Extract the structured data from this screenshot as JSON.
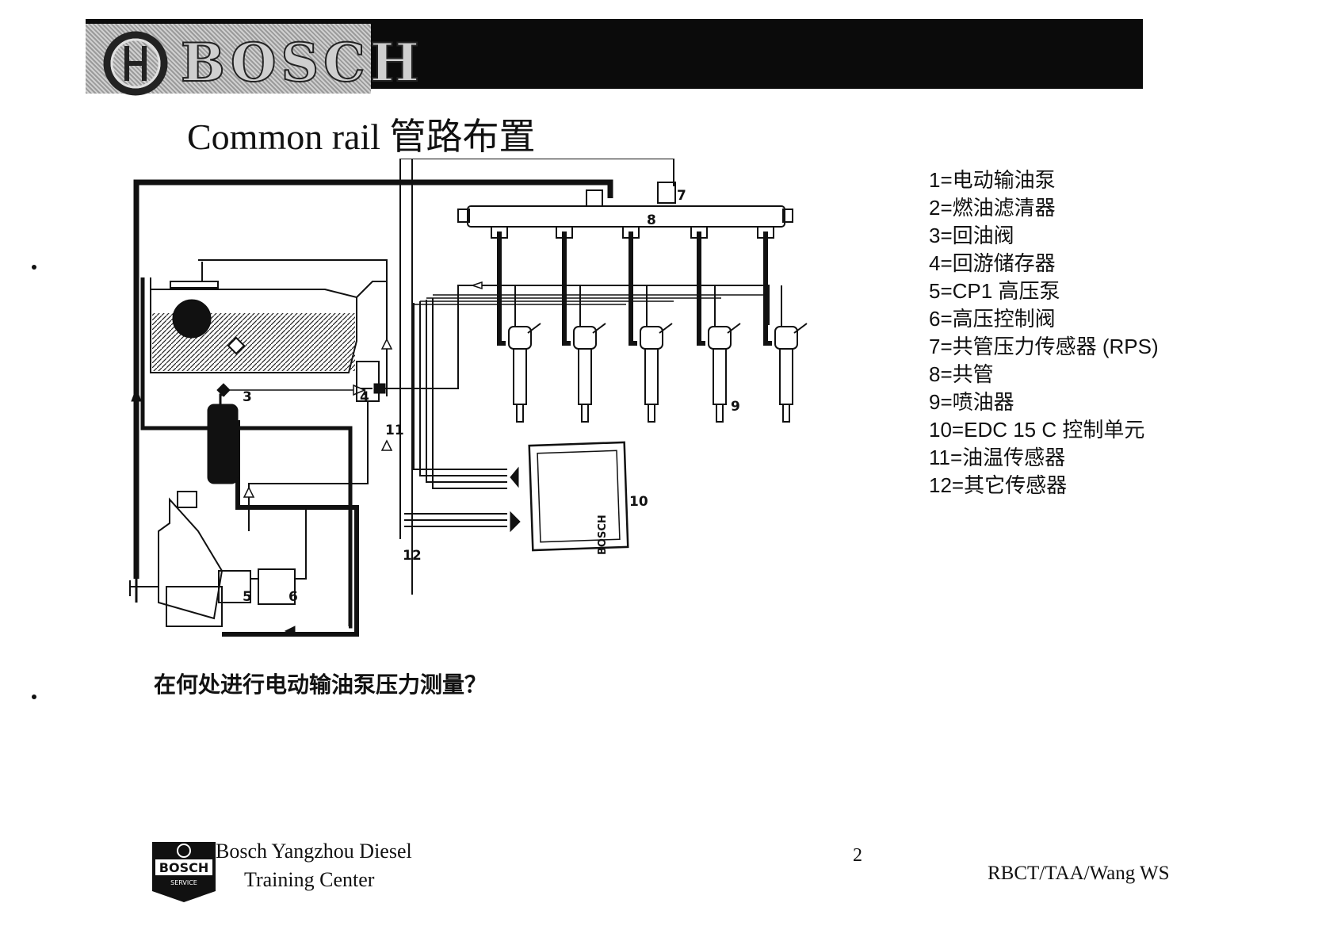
{
  "header": {
    "brand": "BOSCH"
  },
  "title": "Common rail 管路布置",
  "legend": [
    "1=电动输油泵",
    "2=燃油滤清器",
    "3=回油阀",
    "4=回游储存器",
    "5=CP1 高压泵",
    "6=高压控制阀",
    "7=共管压力传感器 (RPS)",
    "8=共管",
    "9=喷油器",
    "10=EDC 15 C 控制单元",
    "11=油温传感器",
    "12=其它传感器"
  ],
  "diagram_labels": {
    "l3": "3",
    "l4": "4",
    "l5": "5",
    "l6": "6",
    "l7": "7",
    "l8": "8",
    "l9": "9",
    "l10": "10",
    "l11": "11",
    "l12": "12"
  },
  "ecu_brand": "BOSCH",
  "question": "在何处进行电动输油泵压力测量？",
  "footer": {
    "logo_word": "BOSCH",
    "logo_sub": "SERVICE",
    "org_line1": "Bosch Yangzhou Diesel",
    "org_line2": "Training Center",
    "page": "2",
    "author": "RBCT/TAA/Wang WS"
  },
  "colors": {
    "header": "#0b0b0b",
    "ink": "#111111"
  },
  "icons": [
    "bosch-logo-icon",
    "bosch-service-logo-icon"
  ]
}
